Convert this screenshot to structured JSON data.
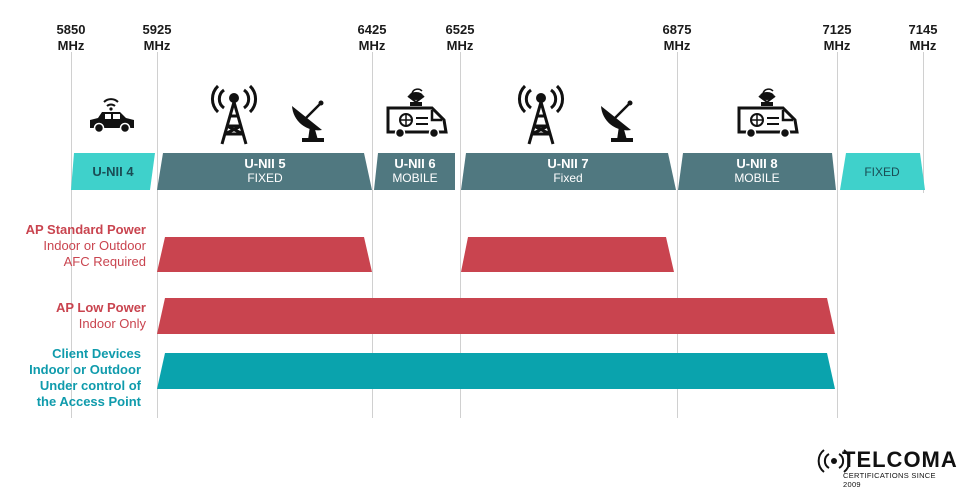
{
  "frequencies": [
    {
      "value": "5850",
      "unit": "MHz"
    },
    {
      "value": "5925",
      "unit": "MHz"
    },
    {
      "value": "6425",
      "unit": "MHz"
    },
    {
      "value": "6525",
      "unit": "MHz"
    },
    {
      "value": "6875",
      "unit": "MHz"
    },
    {
      "value": "7125",
      "unit": "MHz"
    },
    {
      "value": "7145",
      "unit": "MHz"
    }
  ],
  "bands": [
    {
      "name": "U-NII 4",
      "sub": "",
      "style": "light"
    },
    {
      "name": "U-NII 5",
      "sub": "FIXED",
      "style": "dark"
    },
    {
      "name": "U-NII 6",
      "sub": "MOBILE",
      "style": "dark"
    },
    {
      "name": "U-NII 7",
      "sub": "Fixed",
      "style": "dark"
    },
    {
      "name": "U-NII 8",
      "sub": "MOBILE",
      "style": "dark"
    },
    {
      "name": "FIXED",
      "sub": "",
      "style": "light"
    }
  ],
  "icons": [
    {
      "name": "connected-car-icon"
    },
    {
      "name": "radio-tower-icon"
    },
    {
      "name": "satellite-dish-icon"
    },
    {
      "name": "broadcast-van-icon"
    },
    {
      "name": "radio-tower-icon"
    },
    {
      "name": "satellite-dish-icon"
    },
    {
      "name": "broadcast-van-icon"
    }
  ],
  "rows": [
    {
      "lines": [
        "AP Standard Power",
        "Indoor or Outdoor",
        "AFC Required"
      ],
      "color": "#c9444f"
    },
    {
      "lines": [
        "AP Low Power",
        "Indoor Only"
      ],
      "color": "#c9444f"
    },
    {
      "lines": [
        "Client Devices",
        "Indoor or Outdoor",
        "Under control of",
        "the Access Point"
      ],
      "color": "#0f9bac"
    }
  ],
  "colors": {
    "dark_band": "#507880",
    "light_band": "#3fd1cb",
    "red_bar": "#c9444f",
    "teal_bar": "#0aa3ad"
  },
  "logo": {
    "name": "TELCOMA",
    "tagline": "CERTIFICATIONS SINCE 2009"
  }
}
